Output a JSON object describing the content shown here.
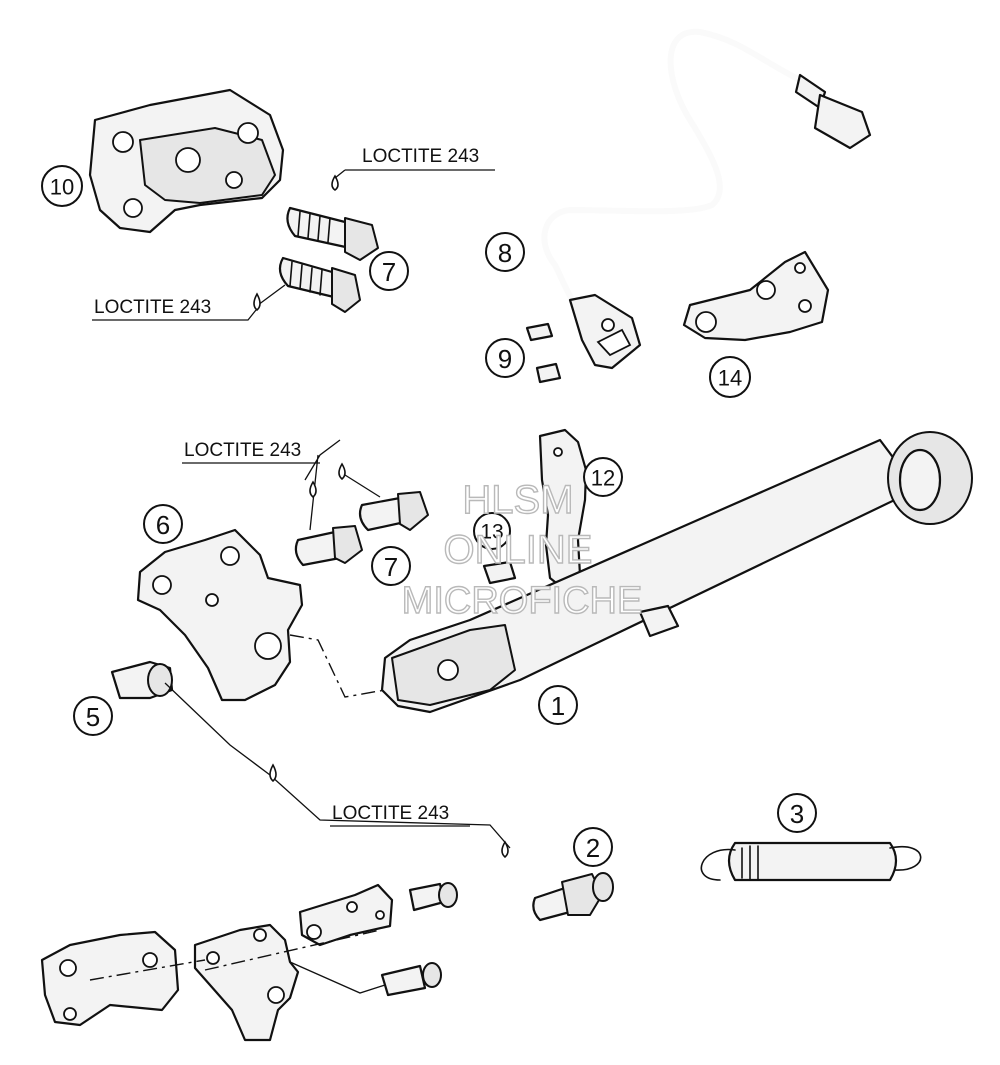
{
  "diagram": {
    "callouts": [
      "1",
      "2",
      "3",
      "5",
      "6",
      "7",
      "7",
      "8",
      "9",
      "10",
      "12",
      "13",
      "14"
    ],
    "loctite_labels": [
      "LOCTITE 243",
      "LOCTITE 243",
      "LOCTITE 243",
      "LOCTITE 243"
    ],
    "watermark": [
      "HLSM",
      "ONLINE",
      "MICROFICHE"
    ]
  }
}
